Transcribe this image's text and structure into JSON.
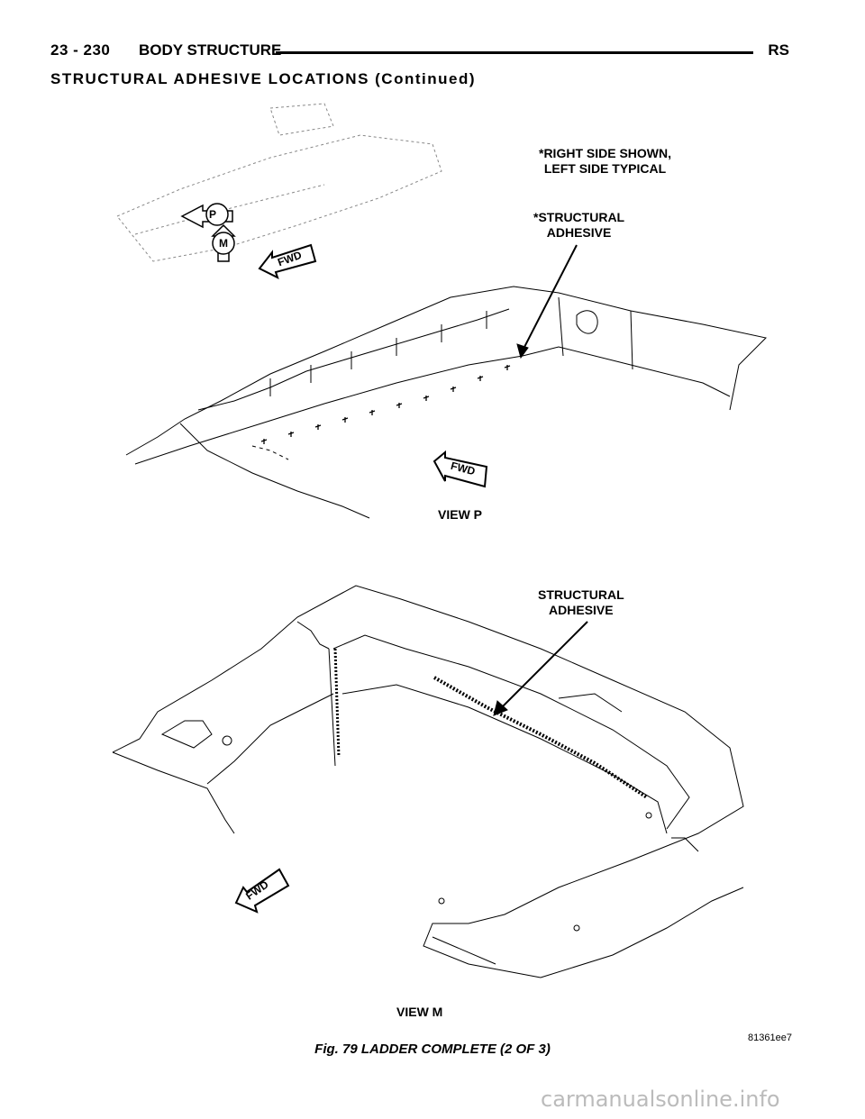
{
  "header": {
    "page_number": "23 - 230",
    "section": "BODY STRUCTURE",
    "code": "RS"
  },
  "subtitle": "STRUCTURAL ADHESIVE LOCATIONS (Continued)",
  "view_p": {
    "note": "*RIGHT SIDE SHOWN,\nLEFT SIDE TYPICAL",
    "adhesive_label": "*STRUCTURAL\nADHESIVE",
    "fwd": "FWD",
    "view_marker_p": "P",
    "view_marker_m": "M",
    "view_label": "VIEW P"
  },
  "view_m": {
    "adhesive_label": "STRUCTURAL\nADHESIVE",
    "fwd": "FWD",
    "view_label": "VIEW M"
  },
  "figure_id": "81361ee7",
  "caption": "Fig. 79 LADDER COMPLETE (2 OF 3)",
  "watermark": "carmanualsonline.info"
}
